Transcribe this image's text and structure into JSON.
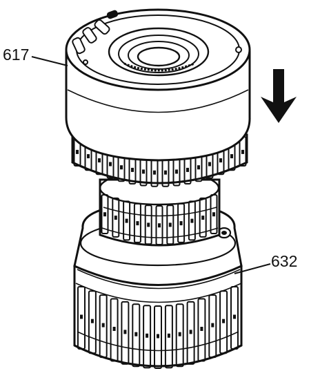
{
  "callouts": [
    {
      "id": "617",
      "label": "617"
    },
    {
      "id": "632",
      "label": "632"
    }
  ],
  "arrow": {
    "direction": "down"
  },
  "colors": {
    "ink": "#111111",
    "paper": "#ffffff"
  }
}
